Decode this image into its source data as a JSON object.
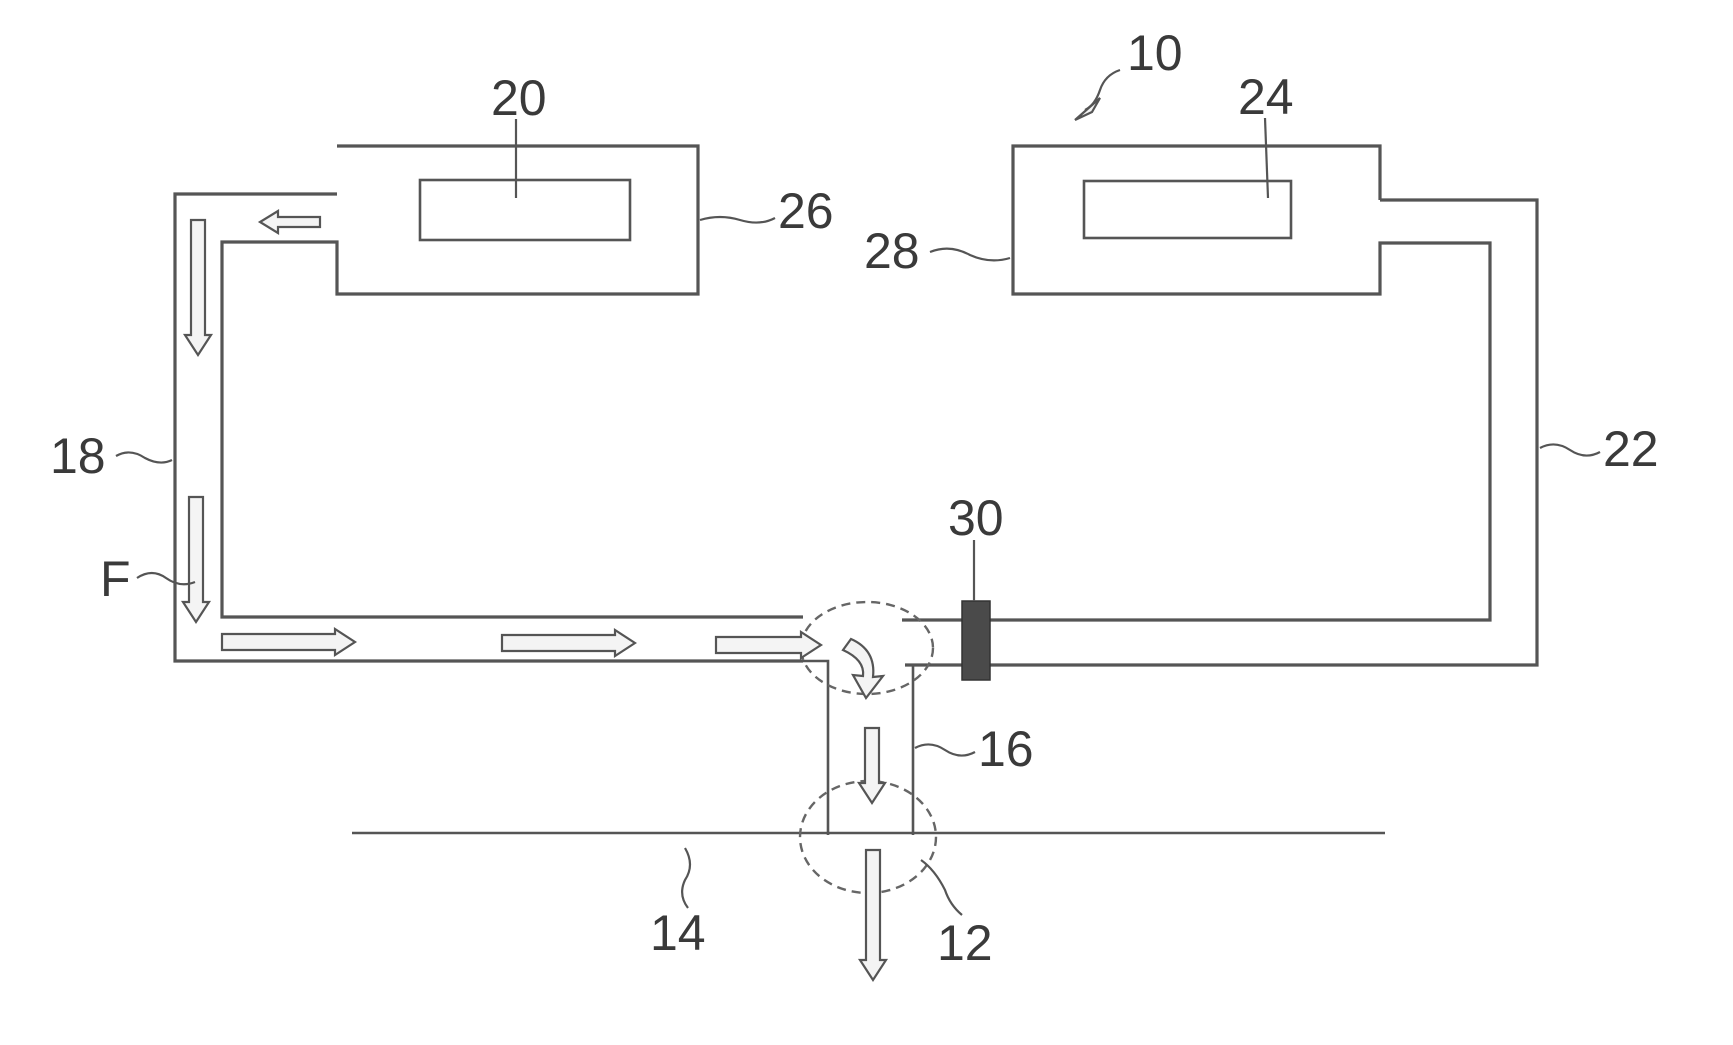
{
  "diagram": {
    "labels": {
      "system": "10",
      "outlet": "12",
      "line": "14",
      "branch": "16",
      "left_duct": "18",
      "left_component": "20",
      "right_duct": "22",
      "right_component": "24",
      "left_housing": "26",
      "right_housing": "28",
      "sensor": "30",
      "flow": "F"
    }
  }
}
